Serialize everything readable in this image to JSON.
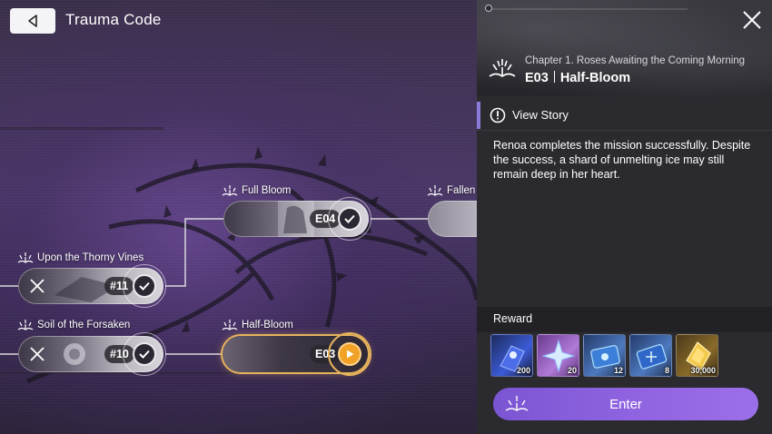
{
  "header": {
    "title": "Trauma Code"
  },
  "map": {
    "nodes": [
      {
        "id": "full-bloom",
        "label": "Full Bloom",
        "code": "E04",
        "status": "cleared"
      },
      {
        "id": "fallen",
        "label": "Fallen",
        "code": "",
        "status": "partial"
      },
      {
        "id": "upon-thorny-vines",
        "label": "Upon the Thorny Vines",
        "code": "#11",
        "status": "cleared"
      },
      {
        "id": "soil-forsaken",
        "label": "Soil of the Forsaken",
        "code": "#10",
        "status": "cleared"
      },
      {
        "id": "half-bloom",
        "label": "Half-Bloom",
        "code": "E03",
        "status": "current"
      }
    ]
  },
  "panel": {
    "chapter": "Chapter 1. Roses Awaiting the Coming Morning",
    "episode_code": "E03",
    "episode_name": "Half-Bloom",
    "story_label": "View Story",
    "description": "Renoa completes the mission successfully. Despite the success, a shard of unmelting ice may still remain deep in her heart.",
    "reward_label": "Reward",
    "rewards": [
      {
        "icon": "crystal-book-icon",
        "qty": "200"
      },
      {
        "icon": "star-shard-icon",
        "qty": "20"
      },
      {
        "icon": "blue-ticket-icon",
        "qty": "12"
      },
      {
        "icon": "blue-card-icon",
        "qty": "8"
      },
      {
        "icon": "gold-coin-icon",
        "qty": "30,000"
      }
    ],
    "enter_label": "Enter"
  },
  "colors": {
    "accent": "#8a7bd8",
    "current_node": "#e6b25a",
    "enter_button": "#8f63e0",
    "play": "#f1a124"
  }
}
